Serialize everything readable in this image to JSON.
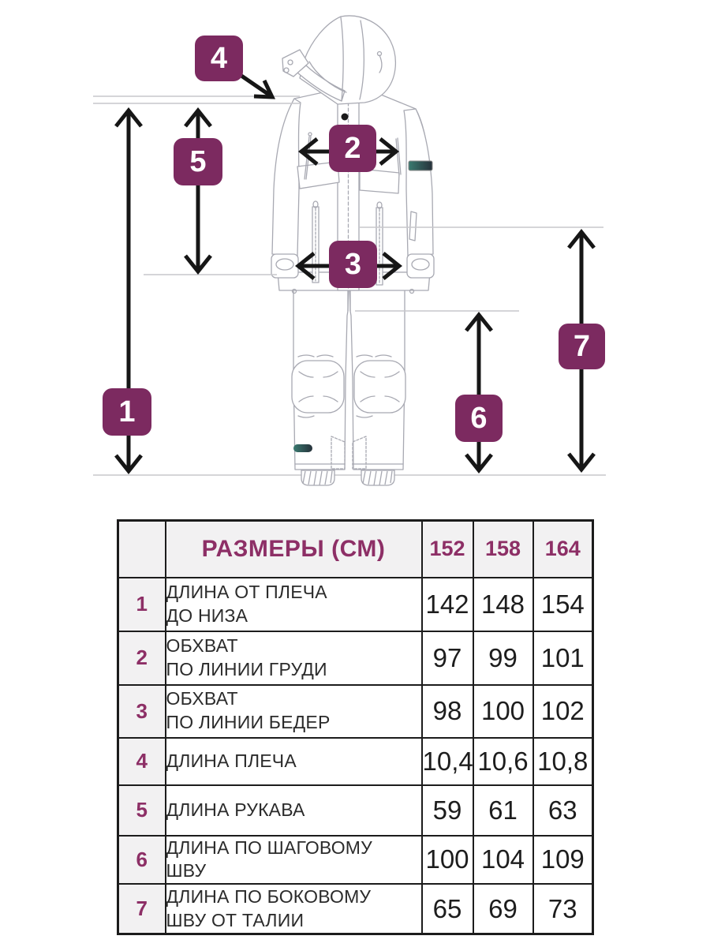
{
  "diagram": {
    "badges": [
      {
        "n": "1"
      },
      {
        "n": "2"
      },
      {
        "n": "3"
      },
      {
        "n": "4"
      },
      {
        "n": "5"
      },
      {
        "n": "6"
      },
      {
        "n": "7"
      }
    ],
    "accent_color": "#7c2a60",
    "label_colors": {
      "sleeve_tag": "#35685f",
      "leg_tag": "#35685f"
    }
  },
  "table": {
    "title": "РАЗМЕРЫ (СМ)",
    "sizes": [
      "152",
      "158",
      "164"
    ],
    "rows": [
      {
        "num": "1",
        "label": "ДЛИНА ОТ ПЛЕЧА\nДО НИЗА",
        "values": [
          "142",
          "148",
          "154"
        ]
      },
      {
        "num": "2",
        "label": "ОБХВАТ\nПО ЛИНИИ ГРУДИ",
        "values": [
          "97",
          "99",
          "101"
        ]
      },
      {
        "num": "3",
        "label": "ОБХВАТ\nПО ЛИНИИ БЕДЕР",
        "values": [
          "98",
          "100",
          "102"
        ]
      },
      {
        "num": "4",
        "label": "ДЛИНА ПЛЕЧА",
        "values": [
          "10,4",
          "10,6",
          "10,8"
        ]
      },
      {
        "num": "5",
        "label": "ДЛИНА РУКАВА",
        "values": [
          "59",
          "61",
          "63"
        ]
      },
      {
        "num": "6",
        "label": "ДЛИНА ПО ШАГОВОМУ\nШВУ",
        "values": [
          "100",
          "104",
          "109"
        ]
      },
      {
        "num": "7",
        "label": "ДЛИНА ПО БОКОВОМУ\nШВУ ОТ ТАЛИИ",
        "values": [
          "65",
          "69",
          "73"
        ]
      }
    ],
    "accent_color": "#8d2f66"
  }
}
